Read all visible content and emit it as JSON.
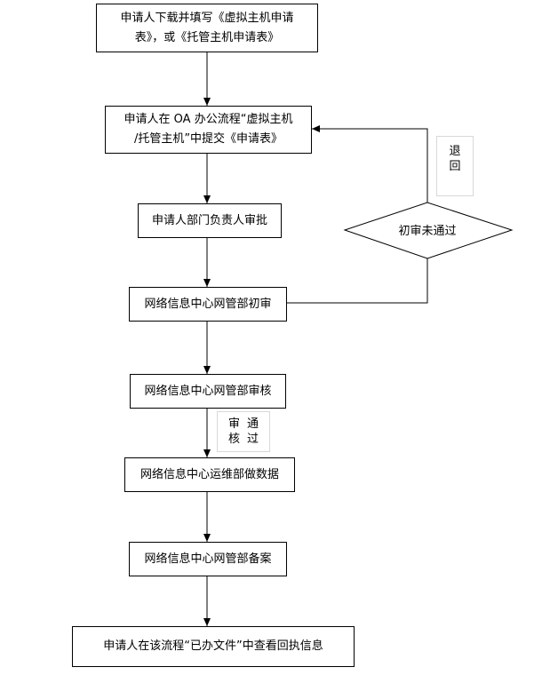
{
  "steps": [
    {
      "id": "s1",
      "line1": "申请人下载并填写《虚拟主机申请",
      "line2": "表》，或《托管主机申请表》"
    },
    {
      "id": "s2",
      "line1": "申请人在 OA 办公流程“虚拟主机",
      "line2": "/托管主机”中提交《申请表》"
    },
    {
      "id": "s3",
      "text": "申请人部门负责人审批"
    },
    {
      "id": "s4",
      "text": "网络信息中心网管部初审"
    },
    {
      "id": "s5",
      "text": "网络信息中心网管部审核"
    },
    {
      "id": "s6",
      "text": "网络信息中心运维部做数据"
    },
    {
      "id": "s7",
      "text": "网络信息中心网管部备案"
    },
    {
      "id": "s8",
      "text": "申请人在该流程“已办文件”中查看回执信息"
    }
  ],
  "decision": {
    "text": "初审未通过"
  },
  "notes": {
    "return": {
      "c1": "退",
      "c2": "回"
    },
    "approved": {
      "c1": "审",
      "c2": "核",
      "c3": "通",
      "c4": "过"
    }
  }
}
